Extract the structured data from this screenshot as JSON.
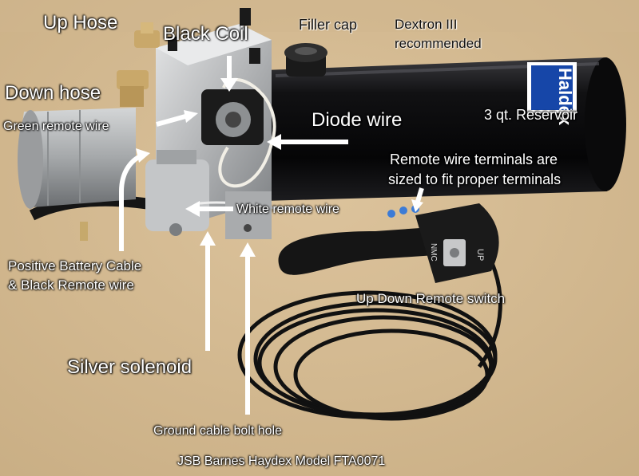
{
  "colors": {
    "cardboard": "#d8bf96",
    "reservoir": "#0b0b0d",
    "aluminum": "#b7b9bb",
    "brand_blue": "#1646a8",
    "cable": "#121212"
  },
  "photo": {
    "brand_logo_text": "Haldex",
    "switch_text_up": "UP",
    "switch_text_brand": "NMC"
  },
  "labels": {
    "up_hose": "Up Hose",
    "black_coil": "Black Coil",
    "filler_cap": "Filler cap",
    "dextron_line1": "Dextron III",
    "dextron_line2": "recommended",
    "down_hose": "Down hose",
    "green_remote_wire": "Green remote wire",
    "diode_wire": "Diode wire",
    "reservoir": "3 qt. Reservoir",
    "terminals_line1": "Remote wire terminals are",
    "terminals_line2": "sized  to fit proper terminals",
    "white_remote_wire": "White remote wire",
    "battery_line1": "Positive Battery Cable",
    "battery_line2": "& Black Remote wire",
    "up_down_switch": "Up Down Remote switch",
    "silver_solenoid": "Silver solenoid",
    "ground_bolt": "Ground cable bolt hole",
    "caption": "JSB Barnes Haydex Model FTA0071"
  }
}
